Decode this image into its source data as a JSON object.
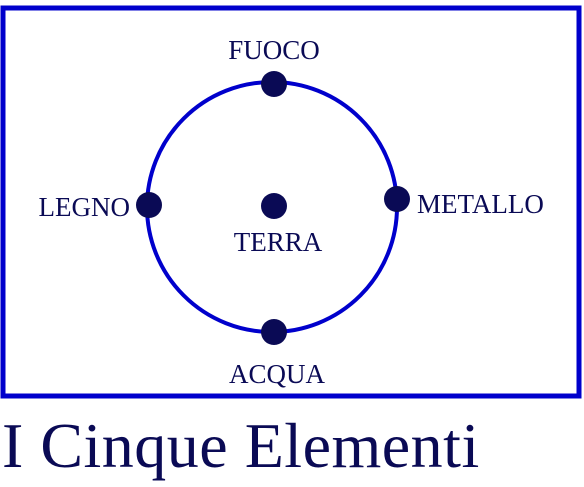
{
  "title": "I Cinque Elementi",
  "colors": {
    "frame": "#0000cc",
    "ring": "#0000cc",
    "node": "#0a0a55",
    "text": "#0a0a55"
  },
  "elements": {
    "top": "FUOCO",
    "left": "LEGNO",
    "center": "TERRA",
    "right": "METALLO",
    "bottom": "ACQUA"
  }
}
